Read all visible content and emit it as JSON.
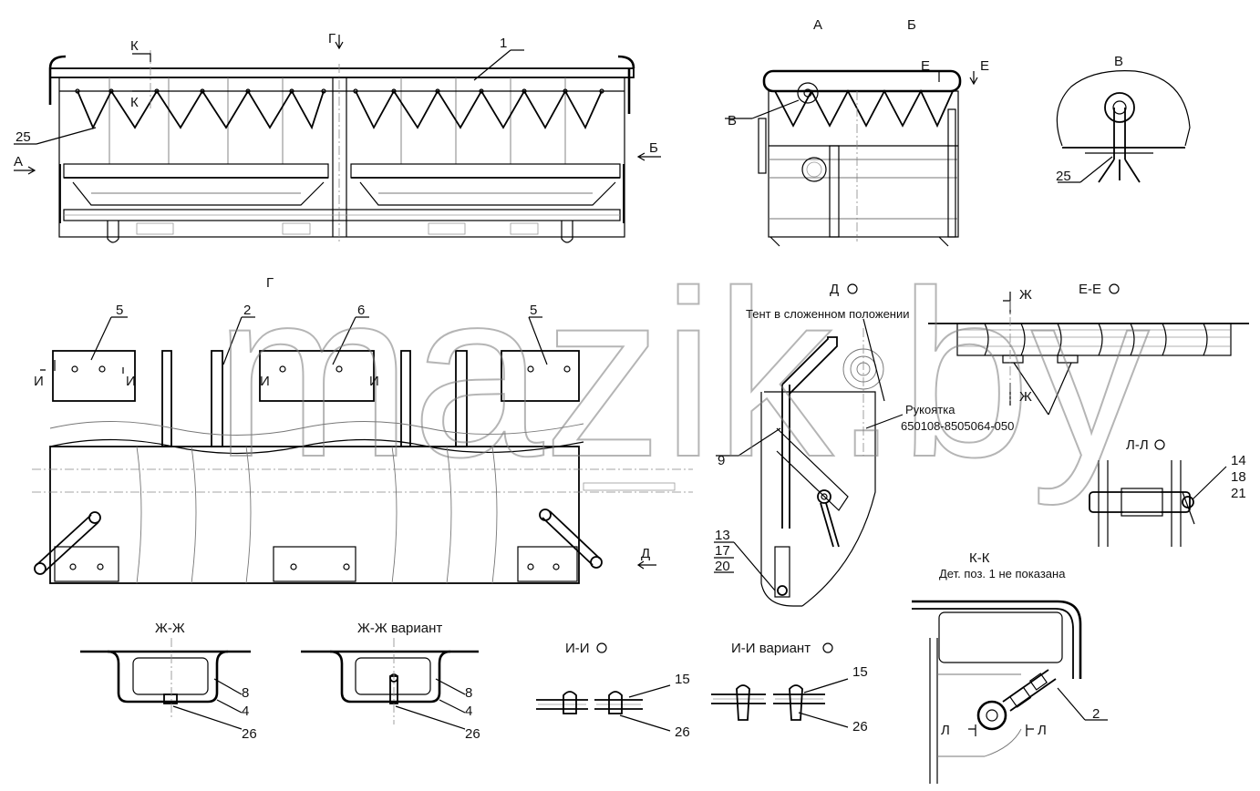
{
  "labels": {
    "g_top": "Г",
    "k_top": "К",
    "k_bot": "К",
    "a": "А",
    "b": "Б",
    "pos1": "1",
    "pos25": "25",
    "view_a": "А",
    "view_b": "Б",
    "view_v": "В",
    "e1": "Е",
    "e2": "Е",
    "v_callout": "В",
    "detail_v": "В",
    "detail_v_25": "25",
    "view_g": "Г",
    "p5a": "5",
    "p2": "2",
    "p6": "6",
    "p5b": "5",
    "i1": "И",
    "i2": "И",
    "i3": "И",
    "i4": "И",
    "d_arrow": "Д",
    "view_d": "Д",
    "tent": "Тент в сложенном положении",
    "handle": "Рукоятка",
    "handle_code": "650108-8505064-050",
    "p9": "9",
    "p13": "13",
    "p17": "17",
    "p20": "20",
    "ee": "Е-Е",
    "zh1": "Ж",
    "zh2": "Ж",
    "ll": "Л-Л",
    "p14": "14",
    "p18": "18",
    "p21": "21",
    "kk": "К-К",
    "kk_note": "Дет. поз. 1 не показана",
    "kk_p2": "2",
    "l1": "Л",
    "l2": "Л",
    "zhzh": "Ж-Ж",
    "zhzh_var": "Ж-Ж  вариант",
    "s8a": "8",
    "s4a": "4",
    "s26a": "26",
    "s8b": "8",
    "s4b": "4",
    "s26b": "26",
    "ii": "И-И",
    "ii_var": "И-И вариант",
    "s15a": "15",
    "s26c": "26",
    "s15b": "15",
    "s26d": "26",
    "watermark": "mazik.by"
  }
}
